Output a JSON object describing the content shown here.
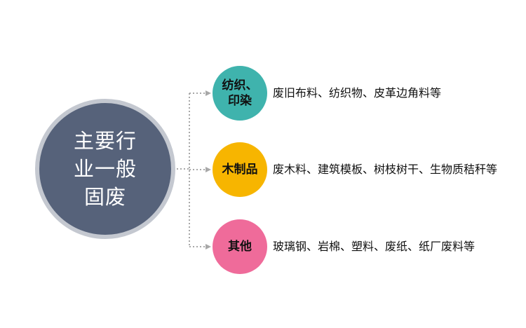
{
  "diagram": {
    "main": {
      "line1": "主要行",
      "line2": "业一般",
      "line3": "固废",
      "color": "#56627a",
      "ring_color": "#c4c8d0"
    },
    "branches": [
      {
        "label_line1": "纺织、",
        "label_line2": "印染",
        "description": "废旧布料、纺织物、皮革边角料等",
        "color": "#3fb3ad"
      },
      {
        "label": "木制品",
        "description": "废木料、建筑模板、树枝树干、生物质秸秆等",
        "color": "#f7b500"
      },
      {
        "label": "其他",
        "description": "玻璃钢、岩棉、塑料、废纸、纸厂废料等",
        "color": "#ef6b9a"
      }
    ],
    "connector_color": "#a8a8a8"
  }
}
